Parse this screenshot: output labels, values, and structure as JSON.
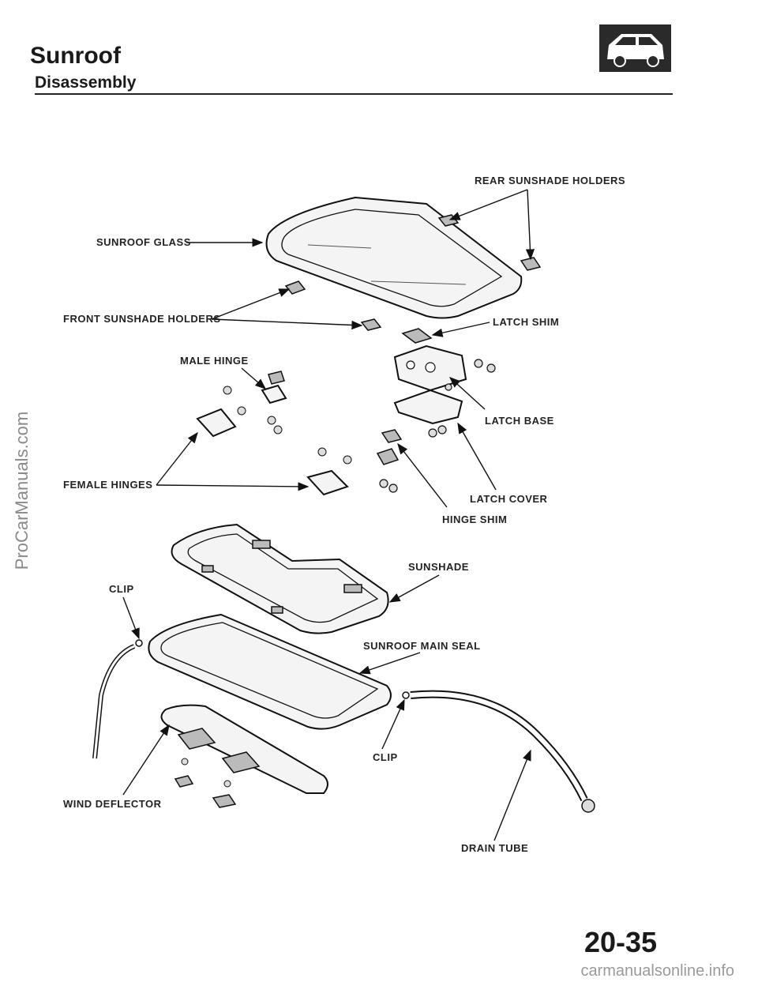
{
  "header": {
    "title": "Sunroof",
    "subtitle": "Disassembly"
  },
  "icons": {
    "section_icon": "car-body-icon"
  },
  "labels": {
    "rear_sunshade_holders": "REAR SUNSHADE HOLDERS",
    "sunroof_glass": "SUNROOF GLASS",
    "front_sunshade_holders": "FRONT SUNSHADE HOLDERS",
    "latch_shim": "LATCH SHIM",
    "male_hinge": "MALE HINGE",
    "latch_base": "LATCH BASE",
    "female_hinges": "FEMALE HINGES",
    "latch_cover": "LATCH COVER",
    "hinge_shim": "HINGE SHIM",
    "sunshade": "SUNSHADE",
    "clip_left": "CLIP",
    "sunroof_main_seal": "SUNROOF MAIN SEAL",
    "clip_right": "CLIP",
    "wind_deflector": "WIND DEFLECTOR",
    "drain_tube": "DRAIN TUBE"
  },
  "footer": {
    "page_number": "20-35",
    "watermark_side": "ProCarManuals.com",
    "watermark_bottom": "carmanualsonline.info"
  }
}
